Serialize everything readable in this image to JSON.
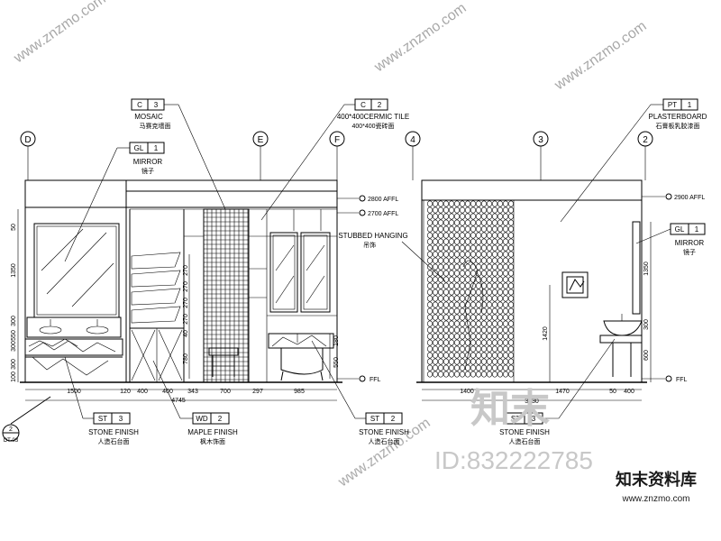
{
  "tags": {
    "mosaic": {
      "code": "C",
      "num": "3",
      "name": "MOSAIC",
      "sub": "马赛克墙面"
    },
    "tile": {
      "code": "C",
      "num": "2",
      "name": "400*400CERMIC TILE",
      "sub": "400*400瓷砖面"
    },
    "plaster": {
      "code": "PT",
      "num": "1",
      "name": "PLASTERBOARD",
      "sub": "石膏板乳胶漆面"
    },
    "mirror_left": {
      "code": "GL",
      "num": "1",
      "name": "MIRROR",
      "sub": "镜子"
    },
    "mirror_right": {
      "code": "GL",
      "num": "1",
      "name": "MIRROR",
      "sub": "镜子"
    },
    "stone_left": {
      "code": "ST",
      "num": "3",
      "name": "STONE FINISH",
      "sub": "人造石台面"
    },
    "maple": {
      "code": "WD",
      "num": "2",
      "name": "MAPLE FINISH",
      "sub": "枫木饰面"
    },
    "stone_mid": {
      "code": "ST",
      "num": "2",
      "name": "STONE FINISH",
      "sub": "人造石台面"
    },
    "stone_right": {
      "code": "ST",
      "num": "3",
      "name": "STONE FINISH",
      "sub": "人造石台面"
    }
  },
  "grid_axes": {
    "d": "D",
    "e": "E",
    "f": "F",
    "a4": "4",
    "a3": "3",
    "a2": "2"
  },
  "levels": {
    "l2800": "2800 AFFL",
    "l2700": "2700 AFFL",
    "ffl_left": "FFL",
    "l2900": "2900 AFFL",
    "ffl_right": "FFL"
  },
  "notes": {
    "hanging": "STUBBED HANGING",
    "hanging_sub": "吊饰"
  },
  "section_marker": {
    "num": "2",
    "ref": "DT-03"
  },
  "dims_left_vertical": [
    "50",
    "1350",
    "300",
    "300",
    "550",
    "100",
    "300"
  ],
  "dims_cabinet": [
    "270",
    "270",
    "270",
    "270",
    "40",
    "780"
  ],
  "dims_bath": [
    "180",
    "550"
  ],
  "dims_left_bottom": [
    "1500",
    "120",
    "400",
    "400",
    "343",
    "700",
    "297",
    "985"
  ],
  "dim_total": "4745",
  "dims_right_bottom": [
    "1400",
    "3230",
    "1470",
    "50",
    "400"
  ],
  "dims_right_vertical": [
    "1350",
    "300",
    "600"
  ],
  "dim_1420": "1420",
  "watermarks": {
    "brand_cn": "知末",
    "id": "ID:832222785",
    "site_cn": "知末资料库",
    "site_url": "www.znzmo.com",
    "diag": "www.znzmo.com"
  }
}
